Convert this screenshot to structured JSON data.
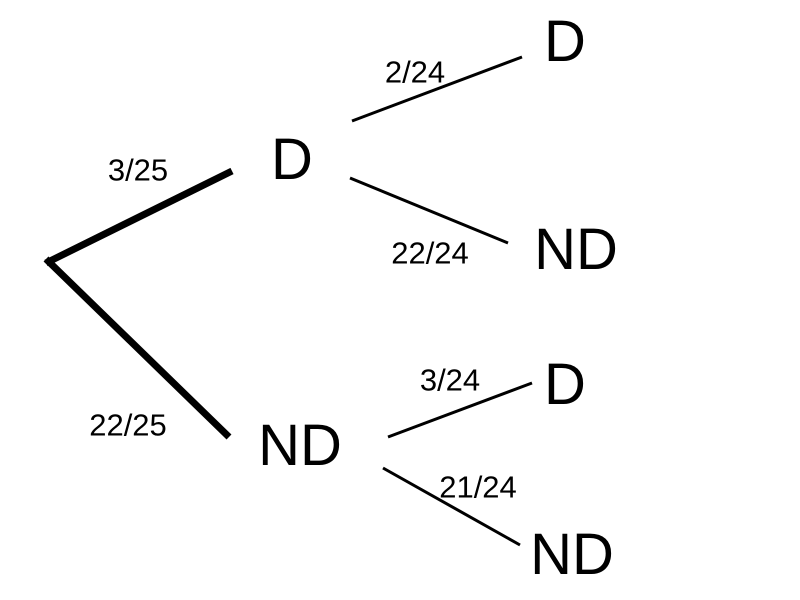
{
  "diagram": {
    "type": "probability-tree",
    "line_color": "#000000",
    "background": "#ffffff",
    "root": {
      "branches": [
        {
          "probability": "3/25",
          "label": "D",
          "children": [
            {
              "probability": "2/24",
              "label": "D"
            },
            {
              "probability": "22/24",
              "label": "ND"
            }
          ]
        },
        {
          "probability": "22/25",
          "label": "ND",
          "children": [
            {
              "probability": "3/24",
              "label": "D"
            },
            {
              "probability": "21/24",
              "label": "ND"
            }
          ]
        }
      ]
    }
  }
}
